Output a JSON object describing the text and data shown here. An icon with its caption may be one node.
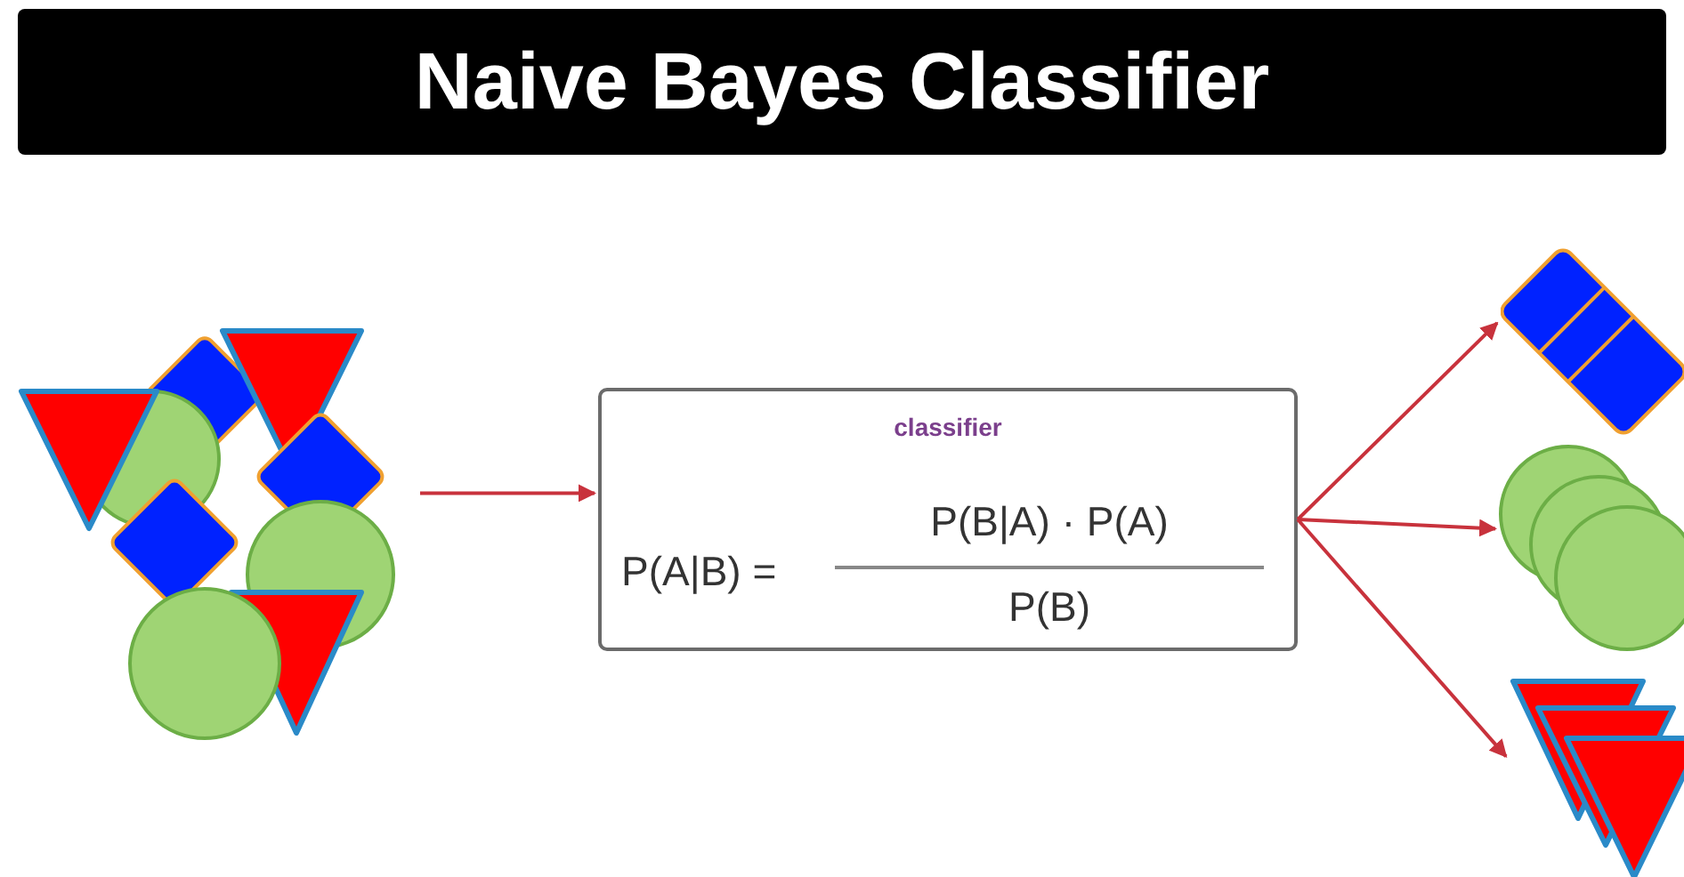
{
  "diagram": {
    "title": "Naive Bayes Classifier",
    "nodes": [
      {
        "text": [],
        "shape": "picture"
      },
      {
        "text": [
          "classifier",
          "P(A|B) =",
          "P(B|A) · P(A)",
          "P(B)"
        ]
      },
      {
        "text": [],
        "shape": "box"
      },
      {
        "text": [],
        "shape": "circle"
      },
      {
        "text": [],
        "shape": "triangle"
      }
    ],
    "edges": [
      {
        "from": 0,
        "to": 1,
        "arrow": "to"
      },
      {
        "from": 1,
        "to": 2,
        "arrow": "to"
      },
      {
        "from": 1,
        "to": 3,
        "arrow": "to"
      },
      {
        "from": 1,
        "to": 4,
        "arrow": "to"
      }
    ]
  }
}
